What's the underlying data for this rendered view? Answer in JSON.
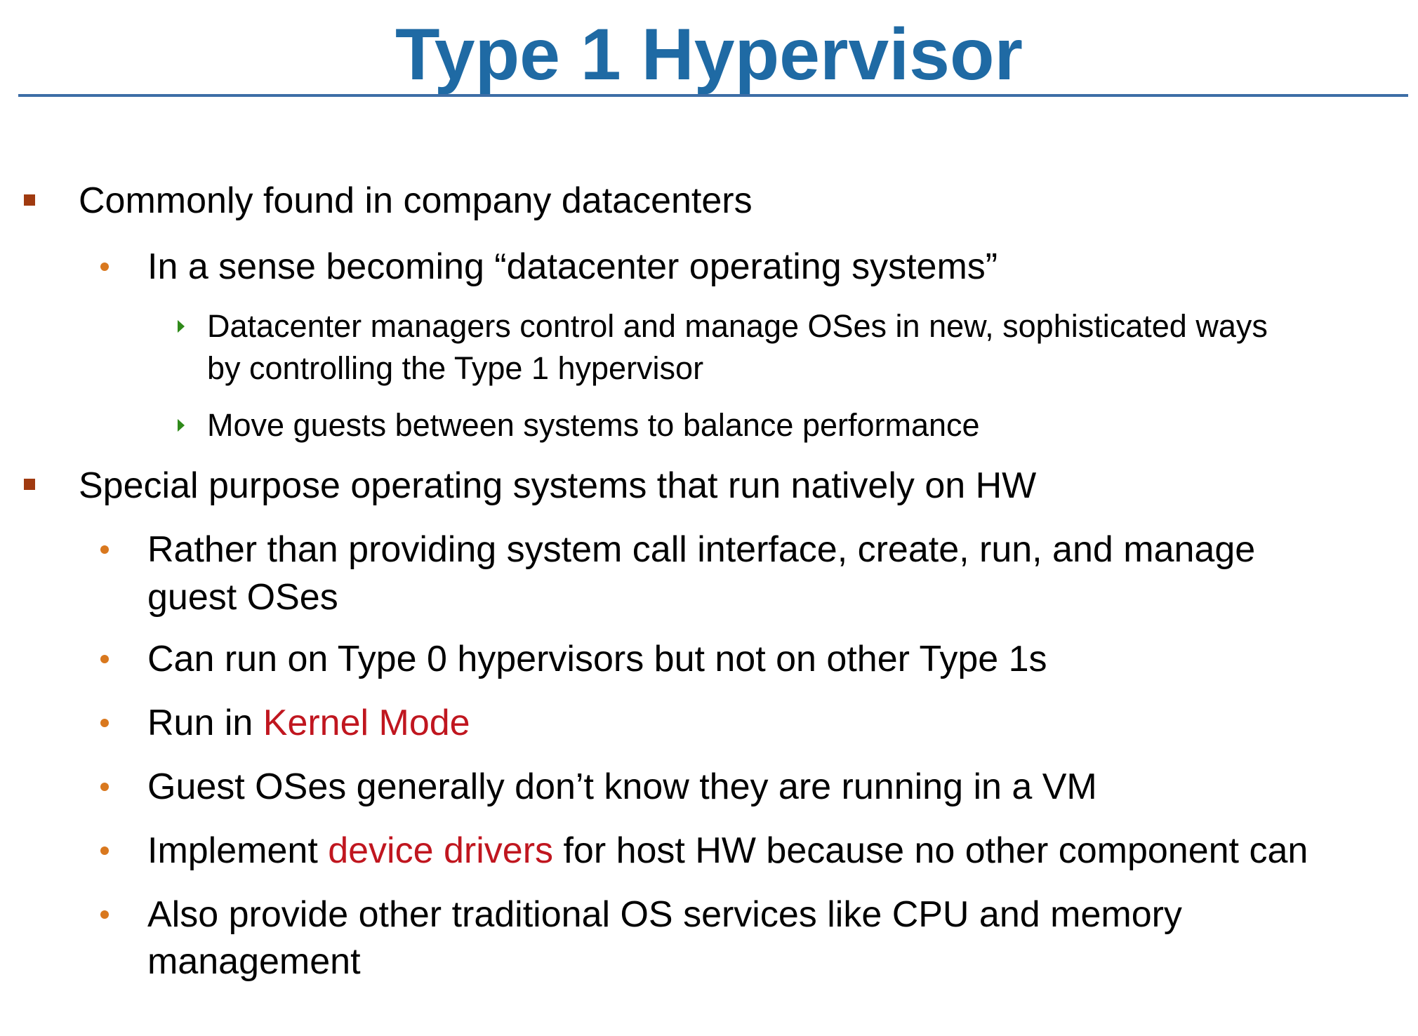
{
  "slide": {
    "title": "Type 1 Hypervisor",
    "colors": {
      "title": "#1f6aa4",
      "rule": "#3d6ea6",
      "highlight": "#c0161f",
      "bullet_l1": "#a03a10",
      "bullet_l2": "#d9781e",
      "bullet_l3": "#2f8a1a"
    },
    "b1": {
      "text": "Commonly found in company datacenters",
      "sub1": {
        "text": "In a sense becoming “datacenter operating systems”",
        "a1": "Datacenter managers control and manage OSes in new, sophisticated ways",
        "a2": "by controlling the Type 1 hypervisor",
        "b": "Move guests between systems to balance performance"
      }
    },
    "b2": {
      "text": "Special purpose operating systems that run natively on HW",
      "s1a": "Rather than providing system call interface, create, run, and manage",
      "s1b": "guest OSes",
      "s2": "Can run on Type 0 hypervisors but not on other Type 1s",
      "s3_pre": "Run in ",
      "s3_hl": "Kernel Mode",
      "s4": "Guest OSes generally don’t know they are running in a VM",
      "s5_pre": "Implement ",
      "s5_hl": "device drivers",
      "s5_post": " for host HW because no other component can",
      "s6a": "Also provide other traditional OS services like CPU and memory",
      "s6b": "management"
    }
  }
}
